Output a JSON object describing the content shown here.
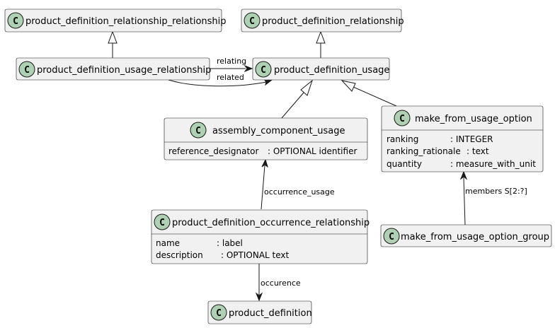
{
  "diagram": {
    "class_letter": "C",
    "classes": {
      "pdrr": {
        "name": "product_definition_relationship_relationship"
      },
      "pdr": {
        "name": "product_definition_relationship"
      },
      "pdur": {
        "name": "product_definition_usage_relationship"
      },
      "pdu": {
        "name": "product_definition_usage"
      },
      "acu": {
        "name": "assembly_component_usage",
        "attributes": [
          {
            "name": "reference_designator",
            "type": ": OPTIONAL identifier"
          }
        ]
      },
      "mfuo": {
        "name": "make_from_usage_option",
        "attributes": [
          {
            "name": "ranking",
            "type": ": INTEGER"
          },
          {
            "name": "ranking_rationale",
            "type": ": text"
          },
          {
            "name": "quantity",
            "type": ": measure_with_unit"
          }
        ]
      },
      "pdor": {
        "name": "product_definition_occurrence_relationship",
        "attributes": [
          {
            "name": "name",
            "type": ": label"
          },
          {
            "name": "description",
            "type": ": OPTIONAL text"
          }
        ]
      },
      "mfuog": {
        "name": "make_from_usage_option_group"
      },
      "pd": {
        "name": "product_definition"
      }
    },
    "edges": {
      "relating": "relating",
      "related": "related",
      "occurrence_usage": "occurrence_usage",
      "members": "members S[2:?]",
      "occurence": "occurence"
    }
  }
}
